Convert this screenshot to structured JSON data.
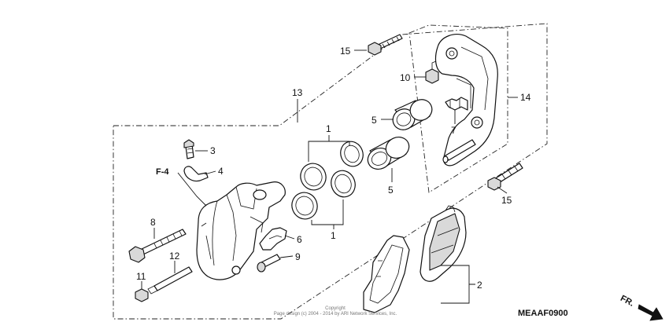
{
  "callouts": {
    "c1a": "1",
    "c1b": "1",
    "c2": "2",
    "c3": "3",
    "c4": "4",
    "c5a": "5",
    "c5b": "5",
    "c6": "6",
    "c7": "7",
    "c8": "8",
    "c9": "9",
    "c10": "10",
    "c11": "11",
    "c12": "12",
    "c13": "13",
    "c14": "14",
    "c15a": "15",
    "c15b": "15",
    "f4": "F-4"
  },
  "diagram_code": "MEAAF0900",
  "copyright_line1": "Copyright",
  "copyright_line2": "Page design (c) 2004 - 2014 by ARI Network Services, Inc.",
  "direction_label": "FR."
}
